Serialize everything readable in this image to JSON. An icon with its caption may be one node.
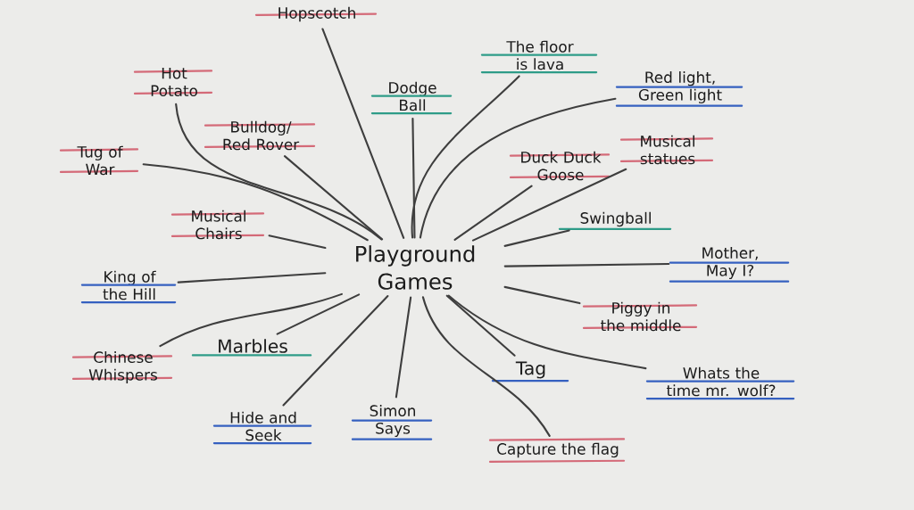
{
  "diagram": {
    "nodes": [
      {
        "text": [
          "Playground Games"
        ]
      },
      {
        "text": [
          "Hopscotch"
        ]
      },
      {
        "text": [
          "The floor is lava"
        ]
      },
      {
        "text": [
          "Hot Potato"
        ]
      },
      {
        "text": [
          "Dodge Ball"
        ]
      },
      {
        "text": [
          "Red light, Green light"
        ]
      },
      {
        "text": [
          "Bulldog/ Red Rover"
        ]
      },
      {
        "text": [
          "Duck Duck Goose"
        ]
      },
      {
        "text": [
          "Tug of War"
        ]
      },
      {
        "text": [
          "Musical statues"
        ]
      },
      {
        "text": [
          "Musical Chairs"
        ]
      },
      {
        "text": [
          "Swingball"
        ]
      },
      {
        "text": [
          "King of the Hill"
        ]
      },
      {
        "text": [
          "Mother, May I?"
        ]
      },
      {
        "text": [
          "Piggy in the middle"
        ]
      },
      {
        "text": [
          "Marbles"
        ]
      },
      {
        "text": [
          "Chinese Whispers"
        ]
      },
      {
        "text": [
          "Tag"
        ]
      },
      {
        "text": [
          "Whats the time mr. wolf?"
        ]
      },
      {
        "text": [
          "Hide and Seek"
        ]
      },
      {
        "text": [
          "Simon Says"
        ]
      },
      {
        "text": [
          "Capture the flag"
        ]
      }
    ],
    "edges": [
      {
        "from": 0,
        "to": 1,
        "arrow": "none"
      },
      {
        "from": 0,
        "to": 2,
        "arrow": "none"
      },
      {
        "from": 0,
        "to": 3,
        "arrow": "none"
      },
      {
        "from": 0,
        "to": 4,
        "arrow": "none"
      },
      {
        "from": 0,
        "to": 5,
        "arrow": "none"
      },
      {
        "from": 0,
        "to": 6,
        "arrow": "none"
      },
      {
        "from": 0,
        "to": 7,
        "arrow": "none"
      },
      {
        "from": 0,
        "to": 8,
        "arrow": "none"
      },
      {
        "from": 0,
        "to": 9,
        "arrow": "none"
      },
      {
        "from": 0,
        "to": 10,
        "arrow": "none"
      },
      {
        "from": 0,
        "to": 11,
        "arrow": "none"
      },
      {
        "from": 0,
        "to": 12,
        "arrow": "none"
      },
      {
        "from": 0,
        "to": 13,
        "arrow": "none"
      },
      {
        "from": 0,
        "to": 14,
        "arrow": "none"
      },
      {
        "from": 0,
        "to": 15,
        "arrow": "none"
      },
      {
        "from": 0,
        "to": 16,
        "arrow": "none"
      },
      {
        "from": 0,
        "to": 17,
        "arrow": "none"
      },
      {
        "from": 0,
        "to": 18,
        "arrow": "none"
      },
      {
        "from": 0,
        "to": 19,
        "arrow": "none"
      },
      {
        "from": 0,
        "to": 20,
        "arrow": "none"
      },
      {
        "from": 0,
        "to": 21,
        "arrow": "none"
      }
    ]
  }
}
